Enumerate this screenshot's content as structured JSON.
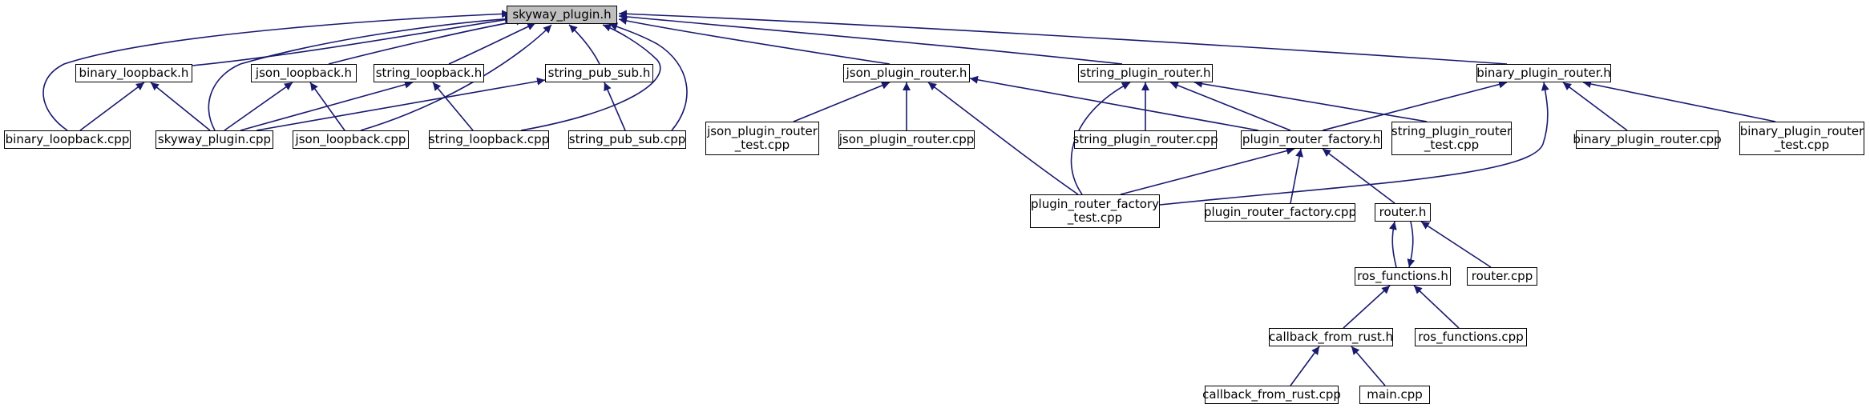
{
  "colors": {
    "edge": "#191970",
    "node_border": "#000000",
    "root_fill": "#bfbfbf",
    "node_fill": "#ffffff"
  },
  "nodes": {
    "skyway_plugin_h": "skyway_plugin.h",
    "binary_loopback_h": "binary_loopback.h",
    "json_loopback_h": "json_loopback.h",
    "string_loopback_h": "string_loopback.h",
    "string_pub_sub_h": "string_pub_sub.h",
    "json_plugin_router_h": "json_plugin_router.h",
    "string_plugin_router_h": "string_plugin_router.h",
    "binary_plugin_router_h": "binary_plugin_router.h",
    "binary_loopback_cpp": "binary_loopback.cpp",
    "skyway_plugin_cpp": "skyway_plugin.cpp",
    "json_loopback_cpp": "json_loopback.cpp",
    "string_loopback_cpp": "string_loopback.cpp",
    "string_pub_sub_cpp": "string_pub_sub.cpp",
    "json_plugin_router_test_cpp": "json_plugin_router\n_test.cpp",
    "json_plugin_router_cpp": "json_plugin_router.cpp",
    "string_plugin_router_cpp": "string_plugin_router.cpp",
    "plugin_router_factory_h": "plugin_router_factory.h",
    "string_plugin_router_test_cpp": "string_plugin_router\n_test.cpp",
    "binary_plugin_router_cpp": "binary_plugin_router.cpp",
    "binary_plugin_router_test_cpp": "binary_plugin_router\n_test.cpp",
    "plugin_router_factory_test_cpp": "plugin_router_factory\n_test.cpp",
    "plugin_router_factory_cpp": "plugin_router_factory.cpp",
    "router_h": "router.h",
    "ros_functions_h": "ros_functions.h",
    "router_cpp": "router.cpp",
    "callback_from_rust_h": "callback_from_rust.h",
    "ros_functions_cpp": "ros_functions.cpp",
    "callback_from_rust_cpp": "callback_from_rust.cpp",
    "main_cpp": "main.cpp"
  }
}
